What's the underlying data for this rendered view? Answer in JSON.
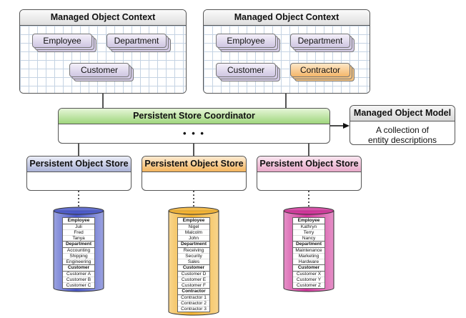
{
  "contexts": [
    {
      "title": "Managed Object Context",
      "entities": [
        {
          "label": "Employee",
          "color": "lavender"
        },
        {
          "label": "Department",
          "color": "lavender"
        },
        {
          "label": "Customer",
          "color": "lavender"
        }
      ]
    },
    {
      "title": "Managed Object Context",
      "entities": [
        {
          "label": "Employee",
          "color": "lavender"
        },
        {
          "label": "Department",
          "color": "lavender"
        },
        {
          "label": "Customer",
          "color": "lavender"
        },
        {
          "label": "Contractor",
          "color": "orange"
        }
      ]
    }
  ],
  "coordinator": {
    "title": "Persistent Store Coordinator",
    "body": "• • •",
    "color": "#9fd67d"
  },
  "model": {
    "title": "Managed Object Model",
    "description_line1": "A collection of",
    "description_line2": "entity descriptions"
  },
  "stores": [
    {
      "title": "Persistent Object Store",
      "color": "#4a58c8",
      "tables": [
        {
          "name": "Employee",
          "rows": [
            "Juli",
            "Fred",
            "Tanya"
          ]
        },
        {
          "name": "Department",
          "rows": [
            "Accounting",
            "Shipping",
            "Engineering"
          ]
        },
        {
          "name": "Customer",
          "rows": [
            "Customer A",
            "Customer B",
            "Customer C"
          ]
        }
      ]
    },
    {
      "title": "Persistent Object Store",
      "color": "#f2b230",
      "tables": [
        {
          "name": "Employee",
          "rows": [
            "Nigel",
            "Malcolm",
            "John"
          ]
        },
        {
          "name": "Department",
          "rows": [
            "Receiving",
            "Security",
            "Sales"
          ]
        },
        {
          "name": "Customer",
          "rows": [
            "Customer D",
            "Customer E",
            "Customer F"
          ]
        },
        {
          "name": "Contractor",
          "rows": [
            "Contractor 1",
            "Contractor 2",
            "Contractor 3"
          ]
        }
      ]
    },
    {
      "title": "Persistent Object Store",
      "color": "#d0369a",
      "tables": [
        {
          "name": "Employee",
          "rows": [
            "Kathryn",
            "Terry",
            "Nancy"
          ]
        },
        {
          "name": "Department",
          "rows": [
            "Maintenance",
            "Marketing",
            "Hardware"
          ]
        },
        {
          "name": "Customer",
          "rows": [
            "Customer X",
            "Customer Y",
            "Customer Z"
          ]
        }
      ]
    }
  ]
}
